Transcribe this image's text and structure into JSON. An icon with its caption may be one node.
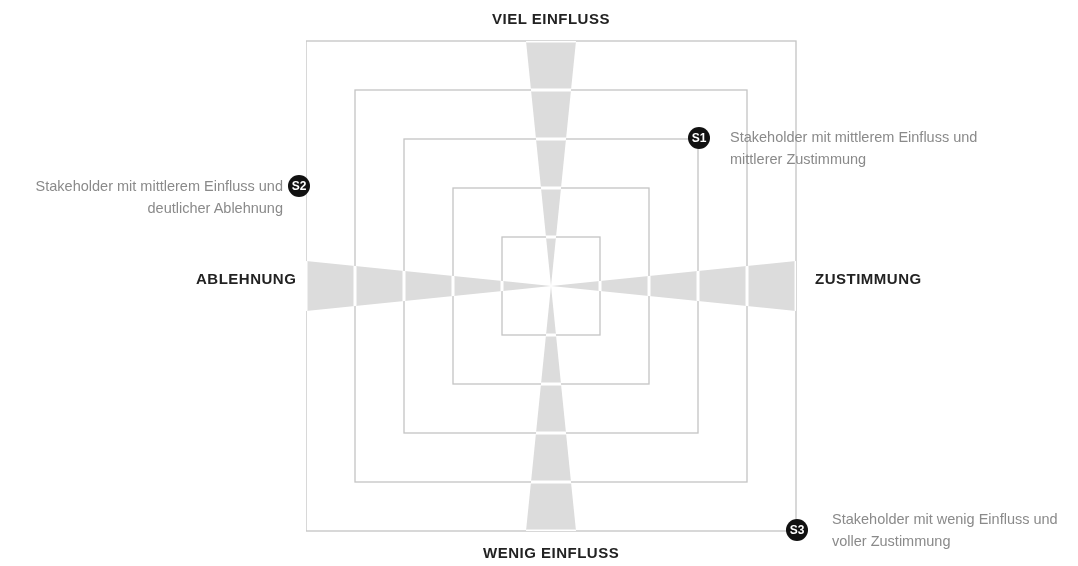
{
  "diagram": {
    "nodes": [
      {
        "text": [
          "S1"
        ],
        "beside": [
          "Stakeholder mit mittlerem Einfluss und mittlerer Zustimmung"
        ]
      },
      {
        "text": [
          "S2"
        ],
        "beside": [
          "Stakeholder mit mittlerem Einfluss und deutlicher Ablehnung"
        ]
      },
      {
        "text": [
          "S3"
        ],
        "beside": [
          "Stakeholder mit wenig Einfluss und voller Zustimmung"
        ]
      }
    ],
    "edges": [],
    "labels": [
      "VIEL EINFLUSS",
      "ABLEHNUNG",
      "ZUSTIMMUNG",
      "WENIG EINFLUSS"
    ]
  }
}
